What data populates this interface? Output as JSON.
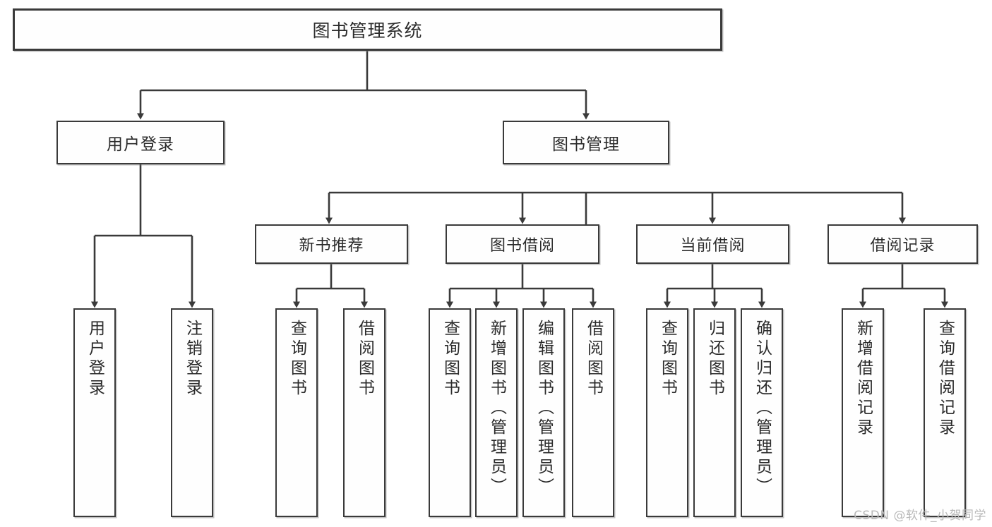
{
  "diagram": {
    "title": "图书管理系统",
    "type": "tree",
    "watermark": "CSDN @软件_小贺同学",
    "colors": {
      "box_border": "#3a3a3a",
      "box_fill": "#fefefe",
      "connector": "#3a3a3a",
      "text": "#2b2b2b",
      "watermark": "#b9b9b9",
      "background": "#ffffff"
    },
    "root": {
      "label": "图书管理系统"
    },
    "level1": [
      {
        "label": "用户登录"
      },
      {
        "label": "图书管理"
      }
    ],
    "level2": [
      {
        "label": "新书推荐"
      },
      {
        "label": "图书借阅"
      },
      {
        "label": "当前借阅"
      },
      {
        "label": "借阅记录"
      }
    ],
    "leaves": {
      "user_login": [
        {
          "label": "用户登录"
        },
        {
          "label": "注销登录"
        }
      ],
      "new_book_recommend": [
        {
          "label": "查询图书"
        },
        {
          "label": "借阅图书"
        }
      ],
      "book_borrow": [
        {
          "label": "查询图书"
        },
        {
          "label": "新增图书（管理员）"
        },
        {
          "label": "编辑图书（管理员）"
        },
        {
          "label": "借阅图书"
        }
      ],
      "current_borrow": [
        {
          "label": "查询图书"
        },
        {
          "label": "归还图书"
        },
        {
          "label": "确认归还（管理员）"
        }
      ],
      "borrow_record": [
        {
          "label": "新增借阅记录"
        },
        {
          "label": "查询借阅记录"
        }
      ]
    }
  }
}
